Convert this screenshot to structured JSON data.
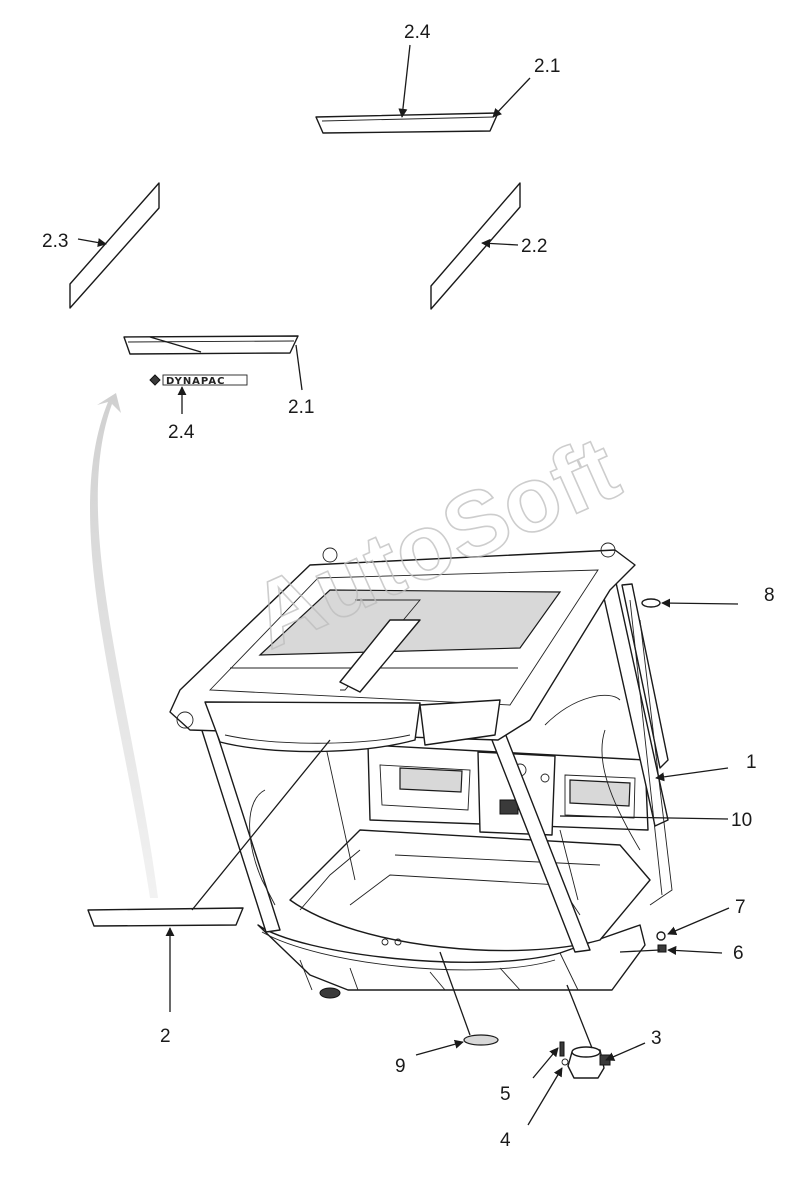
{
  "watermark": "AutoSoft",
  "logo_text": "DYNAPAC",
  "callouts": {
    "c24_top": "2.4",
    "c21_top": "2.1",
    "c23": "2.3",
    "c22": "2.2",
    "c21_bottom": "2.1",
    "c24_bottom": "2.4",
    "c1": "1",
    "c2": "2",
    "c3": "3",
    "c4": "4",
    "c5": "5",
    "c6": "6",
    "c7": "7",
    "c8": "8",
    "c9": "9",
    "c10": "10"
  }
}
